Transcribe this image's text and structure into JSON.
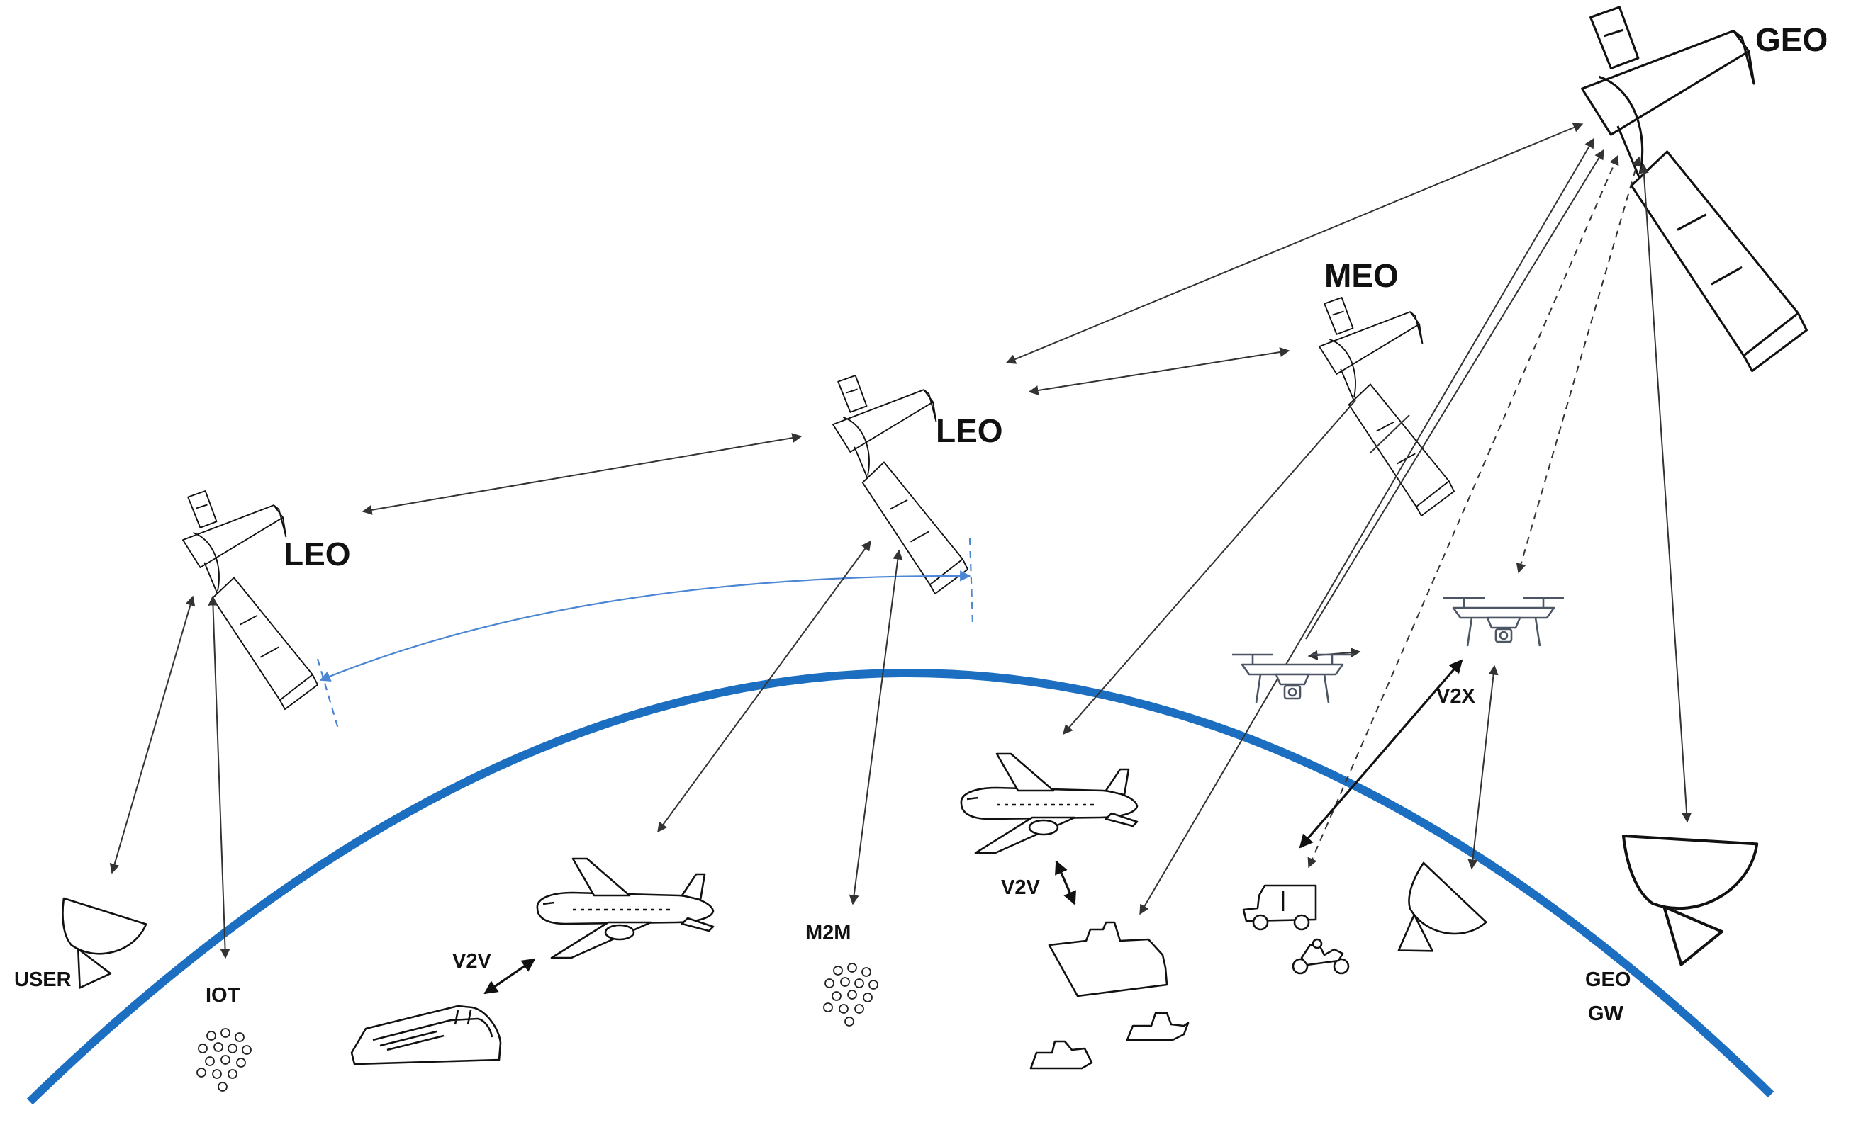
{
  "labels": {
    "geo": "GEO",
    "meo": "MEO",
    "leo_mid": "LEO",
    "leo_left": "LEO",
    "user": "USER",
    "iot": "IOT",
    "v2v_left": "V2V",
    "m2m": "M2M",
    "v2v_right": "V2V",
    "v2x": "V2X",
    "geo_gw_line1": "GEO",
    "geo_gw_line2": "GW"
  },
  "colors": {
    "earth_arc": "#1c6fc0",
    "link": "#333333",
    "inter_leo_link": "#4a86d4"
  },
  "icons": [
    "satellite-icon",
    "drone-icon",
    "airplane-icon",
    "train-icon",
    "ship-icon",
    "truck-icon",
    "motorbike-icon",
    "dish-antenna-icon",
    "sensor-cluster-icon"
  ]
}
